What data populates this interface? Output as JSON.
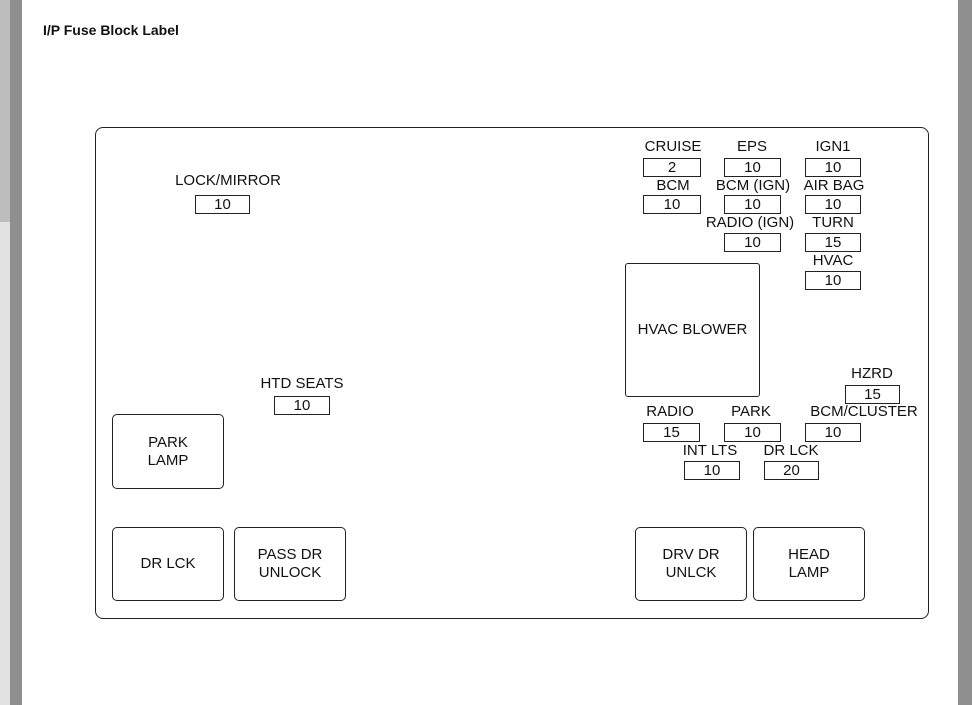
{
  "title": "I/P Fuse Block Label",
  "fuses": {
    "lock_mirror": {
      "label": "LOCK/MIRROR",
      "amps": "10"
    },
    "cruise": {
      "label": "CRUISE",
      "amps": "2"
    },
    "eps": {
      "label": "EPS",
      "amps": "10"
    },
    "ign1": {
      "label": "IGN1",
      "amps": "10"
    },
    "bcm": {
      "label": "BCM",
      "amps": "10"
    },
    "bcm_ign": {
      "label": "BCM (IGN)",
      "amps": "10"
    },
    "air_bag": {
      "label": "AIR BAG",
      "amps": "10"
    },
    "radio_ign": {
      "label": "RADIO (IGN)",
      "amps": "10"
    },
    "turn": {
      "label": "TURN",
      "amps": "15"
    },
    "hvac": {
      "label": "HVAC",
      "amps": "10"
    },
    "htd_seats": {
      "label": "HTD SEATS",
      "amps": "10"
    },
    "hzrd": {
      "label": "HZRD",
      "amps": "15"
    },
    "radio": {
      "label": "RADIO",
      "amps": "15"
    },
    "park": {
      "label": "PARK",
      "amps": "10"
    },
    "bcm_cluster": {
      "label": "BCM/CLUSTER",
      "amps": "10"
    },
    "int_lts": {
      "label": "INT LTS",
      "amps": "10"
    },
    "dr_lck_fuse": {
      "label": "DR LCK",
      "amps": "20"
    }
  },
  "relays": {
    "hvac_blower": {
      "label": "HVAC BLOWER"
    },
    "park_lamp": {
      "line1": "PARK",
      "line2": "LAMP"
    },
    "dr_lck": {
      "label": "DR LCK"
    },
    "pass_dr_unlock": {
      "line1": "PASS DR",
      "line2": "UNLOCK"
    },
    "drv_dr_unlck": {
      "line1": "DRV DR",
      "line2": "UNLCK"
    },
    "head_lamp": {
      "line1": "HEAD",
      "line2": "LAMP"
    }
  }
}
